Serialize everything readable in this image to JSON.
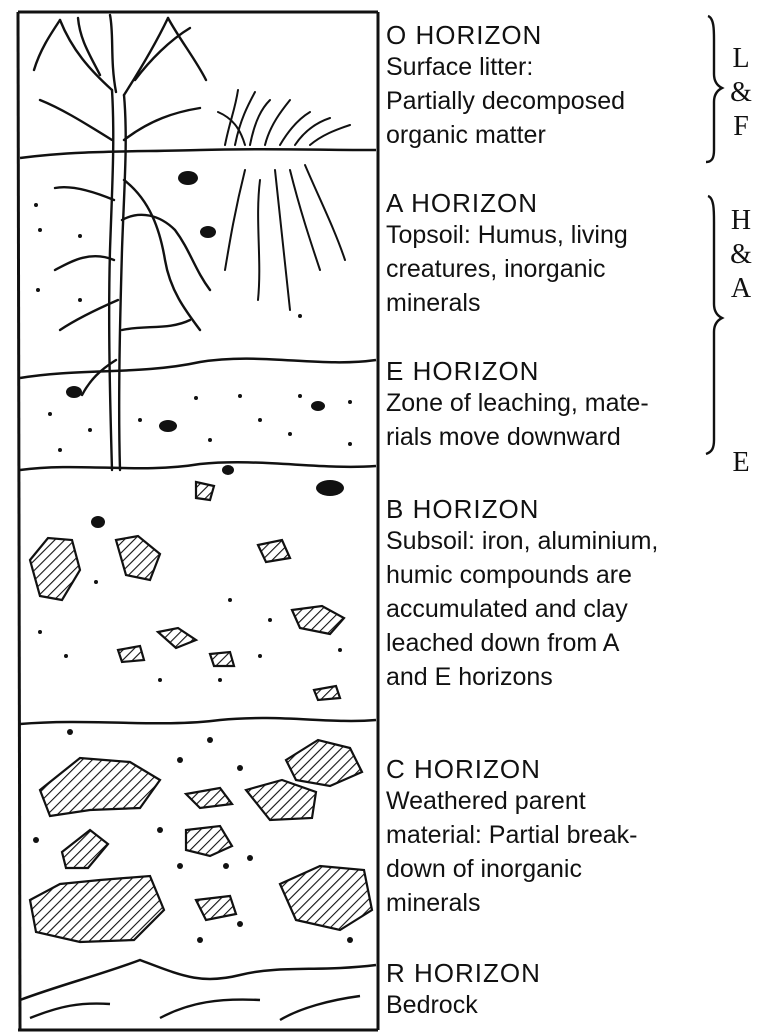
{
  "horizons": [
    {
      "key": "O",
      "title": "O  HORIZON",
      "lines": [
        "Surface litter:",
        "Partially  decomposed",
        "organic  matter"
      ]
    },
    {
      "key": "A",
      "title": "A  HORIZON",
      "lines": [
        "Topsoil:  Humus,  living",
        "creatures,  inorganic",
        "minerals"
      ]
    },
    {
      "key": "E",
      "title": "E  HORIZON",
      "lines": [
        "Zone of leaching, mate-",
        "rials  move  downward"
      ]
    },
    {
      "key": "B",
      "title": "B  HORIZON",
      "lines": [
        "Subsoil: iron, aluminium,",
        "humic  compounds  are",
        "accumulated  and  clay",
        "leached  down  from  A",
        "and  E  horizons"
      ]
    },
    {
      "key": "C",
      "title": "C  HORIZON",
      "lines": [
        "Weathered  parent",
        "material:  Partial  break-",
        "down  of  inorganic",
        "minerals"
      ]
    },
    {
      "key": "R",
      "title": "R  HORIZON",
      "lines": [
        "Bedrock"
      ]
    }
  ],
  "brackets": [
    {
      "label": [
        "L",
        "&",
        "F"
      ]
    },
    {
      "label": [
        "H",
        "&",
        "A"
      ]
    },
    {
      "label": [
        "E"
      ]
    }
  ],
  "colors": {
    "ink": "#111111",
    "paper": "#ffffff"
  }
}
